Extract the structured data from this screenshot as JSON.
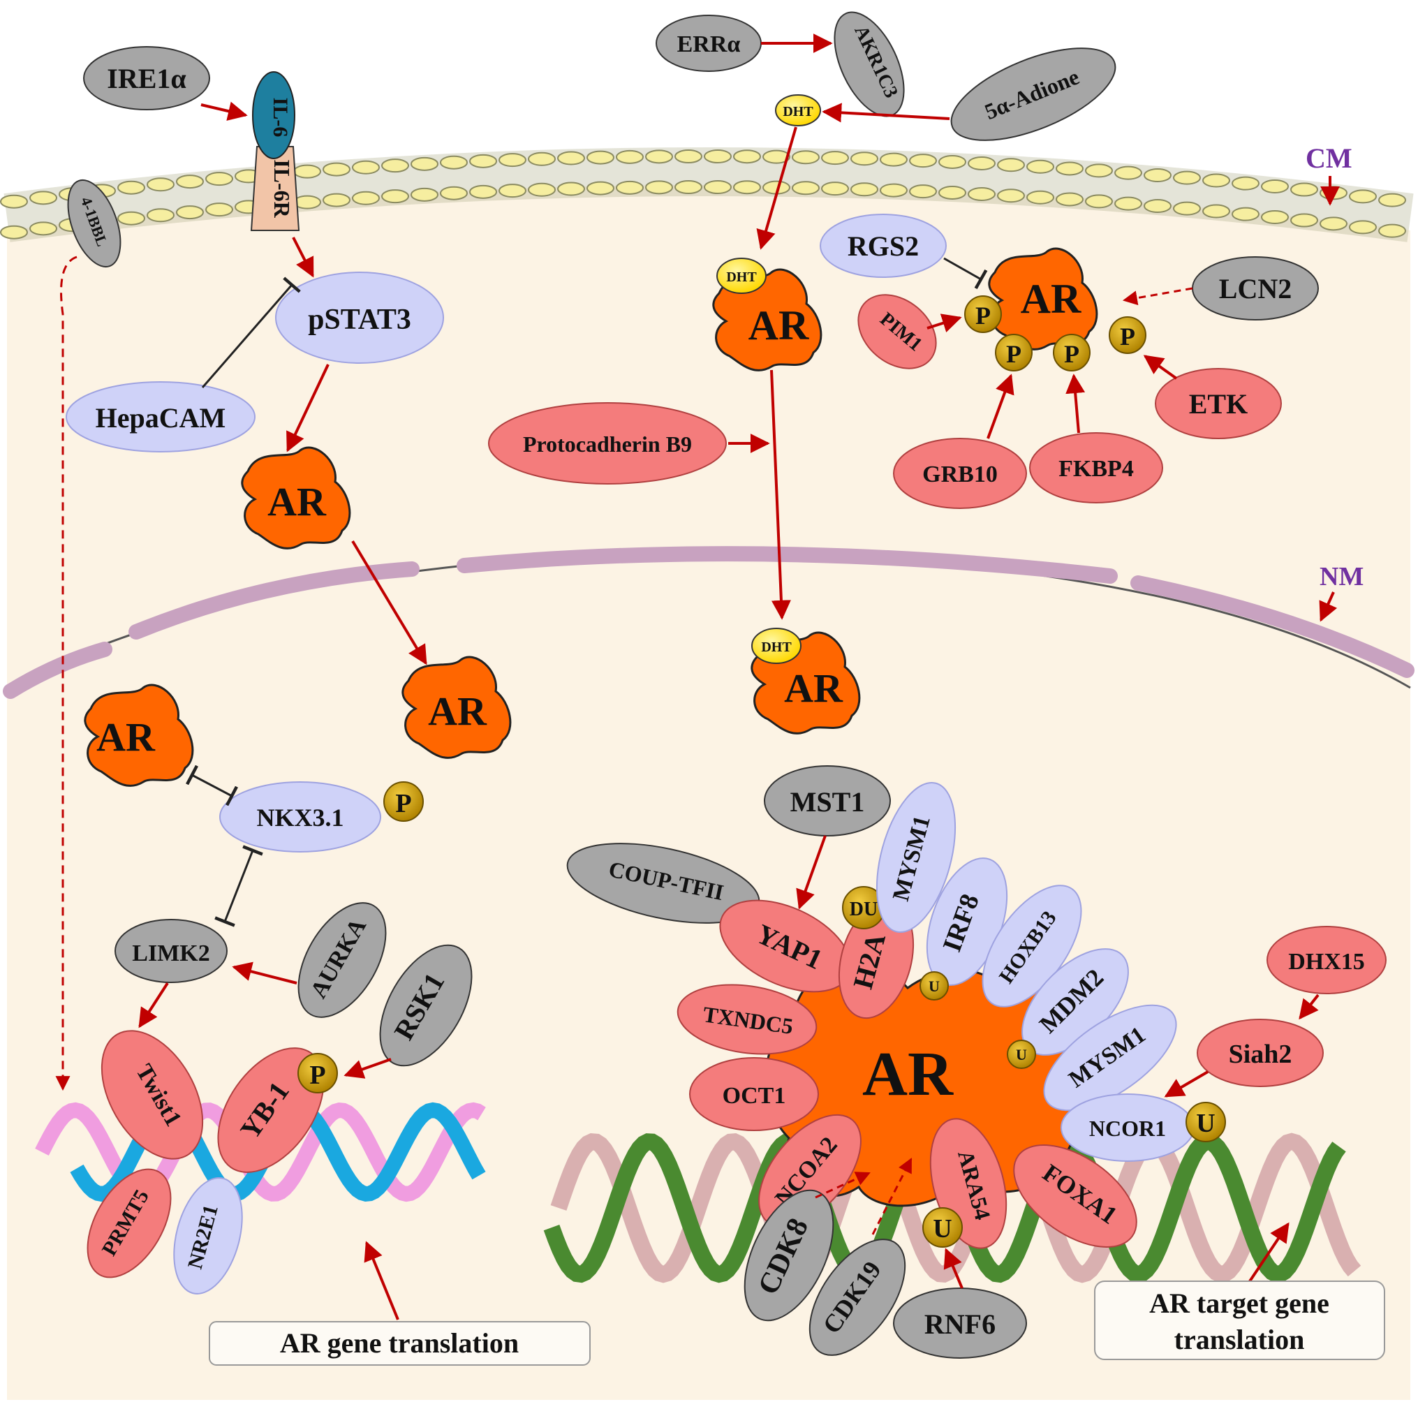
{
  "labels": {
    "cm": "CM",
    "nm": "NM",
    "ire1a": "IRE1α",
    "il6": "IL-6",
    "il6r": "IL-6R",
    "bbl41": "4-1BBL",
    "pstat3": "pSTAT3",
    "hepacam": "HepaCAM",
    "errA": "ERRα",
    "akr1c3": "AKR1C3",
    "adione": "5α-Adione",
    "dht": "DHT",
    "rgs2": "RGS2",
    "lcn2": "LCN2",
    "pim1": "PIM1",
    "etk": "ETK",
    "grb10": "GRB10",
    "fkbp4": "FKBP4",
    "protocadherin": "Protocadherin B9",
    "ar": "AR",
    "p": "P",
    "u": "U",
    "du": "DU",
    "nkx31": "NKX3.1",
    "limk2": "LIMK2",
    "aurka": "AURKA",
    "rsk1": "RSK1",
    "twist1": "Twist1",
    "yb1": "YB-1",
    "prmt5": "PRMT5",
    "nr2e1": "NR2E1",
    "mst1": "MST1",
    "coup": "COUP-TFII",
    "yap1": "YAP1",
    "h2a": "H2A",
    "mysm1": "MYSM1",
    "irf8": "IRF8",
    "hoxb13": "HOXB13",
    "mdm2": "MDM2",
    "txndc5": "TXNDC5",
    "oct1": "OCT1",
    "ncoa2": "NCOA2",
    "ara54": "ARA54",
    "foxa1": "FOXA1",
    "ncor1": "NCOR1",
    "siah2": "Siah2",
    "dhx15": "DHX15",
    "cdk8": "CDK8",
    "cdk19": "CDK19",
    "rnf6": "RNF6",
    "ar_gene_translation": "AR gene translation",
    "ar_target_line1": "AR target gene",
    "ar_target_line2": "translation"
  },
  "colors": {
    "cytoplasm": "#fcf3e4",
    "gray_node": "#a6a6a6",
    "lavender_node": "#cfd2f8",
    "pink_node": "#f47c7c",
    "ar_orange": "#ff6600",
    "phospho_gold": "#c79800",
    "dht_yellow": "#ffe000",
    "arrow_red": "#c00000",
    "label_purple": "#7030a0",
    "nuclear_membrane": "#c8a2c0",
    "dna_blue": "#1aa8e0",
    "dna_pink": "#f09de0",
    "dna_green": "#4a8a30",
    "dna_rose": "#d9b0b0",
    "il6_teal": "#2080a0"
  }
}
